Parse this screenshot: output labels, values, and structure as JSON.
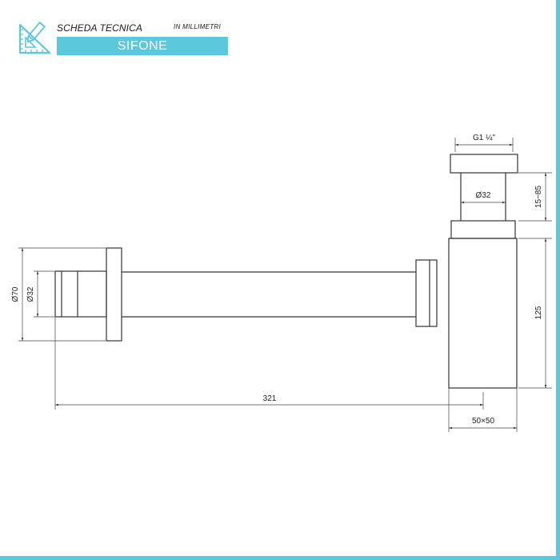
{
  "header": {
    "title": "SCHEDA TECNICA",
    "unit_note": "IN MILLIMETRI",
    "product_name": "SIFONE"
  },
  "dimensions": {
    "thread": "G1 ¼\"",
    "pipe_diameter": "Ø32",
    "height_adjust": "15~85",
    "body_height": "125",
    "flange_diameter": "Ø70",
    "tube_diameter": "Ø32",
    "length": "321",
    "body_section": "50×50"
  },
  "colors": {
    "accent": "#5bc8dc",
    "line": "#333333"
  }
}
